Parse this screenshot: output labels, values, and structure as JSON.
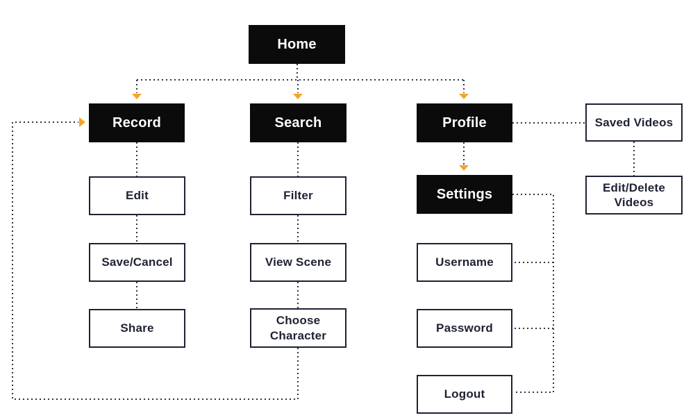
{
  "colors": {
    "node_dark_fill": "#0B0B0B",
    "node_dark_text": "#FFFFFF",
    "node_light_fill": "#FFFFFF",
    "node_border": "#1E2233",
    "node_light_text": "#1E2233",
    "connector": "#33333A",
    "accent_arrow": "#F5A623",
    "background": "#FFFFFF"
  },
  "nodes": {
    "home": {
      "label": "Home"
    },
    "record": {
      "label": "Record"
    },
    "search": {
      "label": "Search"
    },
    "profile": {
      "label": "Profile"
    },
    "saved_videos": {
      "label": "Saved Videos"
    },
    "edit": {
      "label": "Edit"
    },
    "filter": {
      "label": "Filter"
    },
    "settings": {
      "label": "Settings"
    },
    "edit_delete_videos": {
      "label": "Edit/Delete\nVideos"
    },
    "save_cancel": {
      "label": "Save/Cancel"
    },
    "view_scene": {
      "label": "View Scene"
    },
    "username": {
      "label": "Username"
    },
    "share": {
      "label": "Share"
    },
    "choose_character": {
      "label": "Choose\nCharacter"
    },
    "password": {
      "label": "Password"
    },
    "logout": {
      "label": "Logout"
    }
  }
}
